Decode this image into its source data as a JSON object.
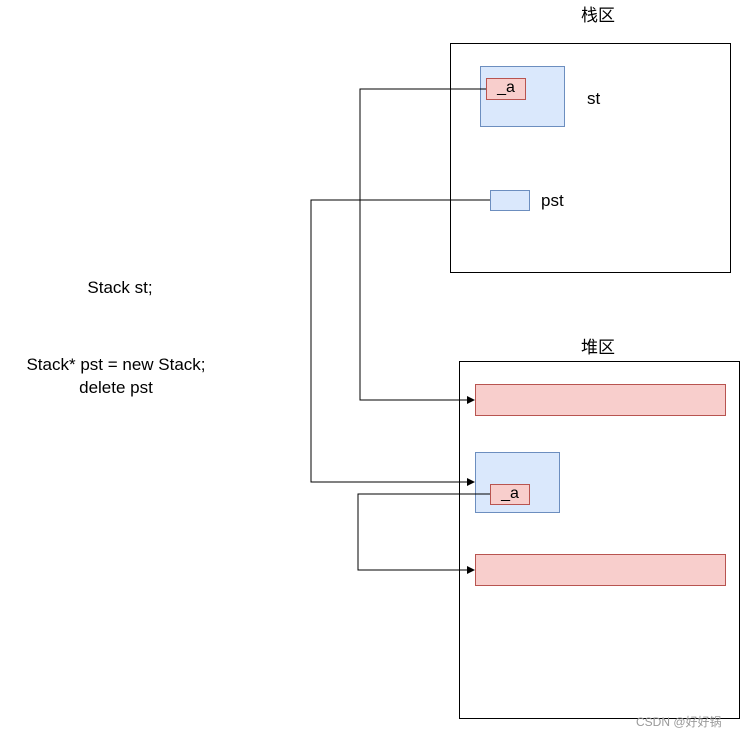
{
  "stack_region": {
    "label": "栈区"
  },
  "heap_region": {
    "label": "堆区"
  },
  "stack_objects": {
    "st": {
      "field_label": "_a",
      "var_label": "st"
    },
    "pst": {
      "var_label": "pst"
    }
  },
  "heap_objects": {
    "object": {
      "field_label": "_a"
    }
  },
  "code": {
    "line1": "Stack st;",
    "line2": "Stack* pst = new Stack;",
    "line3": "delete pst"
  },
  "watermark": "CSDN @好好锅",
  "colors": {
    "object_fill": "#dae8fc",
    "object_border": "#6c8ebf",
    "field_fill": "#f8cecc",
    "field_border": "#b85450",
    "line": "#000000"
  }
}
